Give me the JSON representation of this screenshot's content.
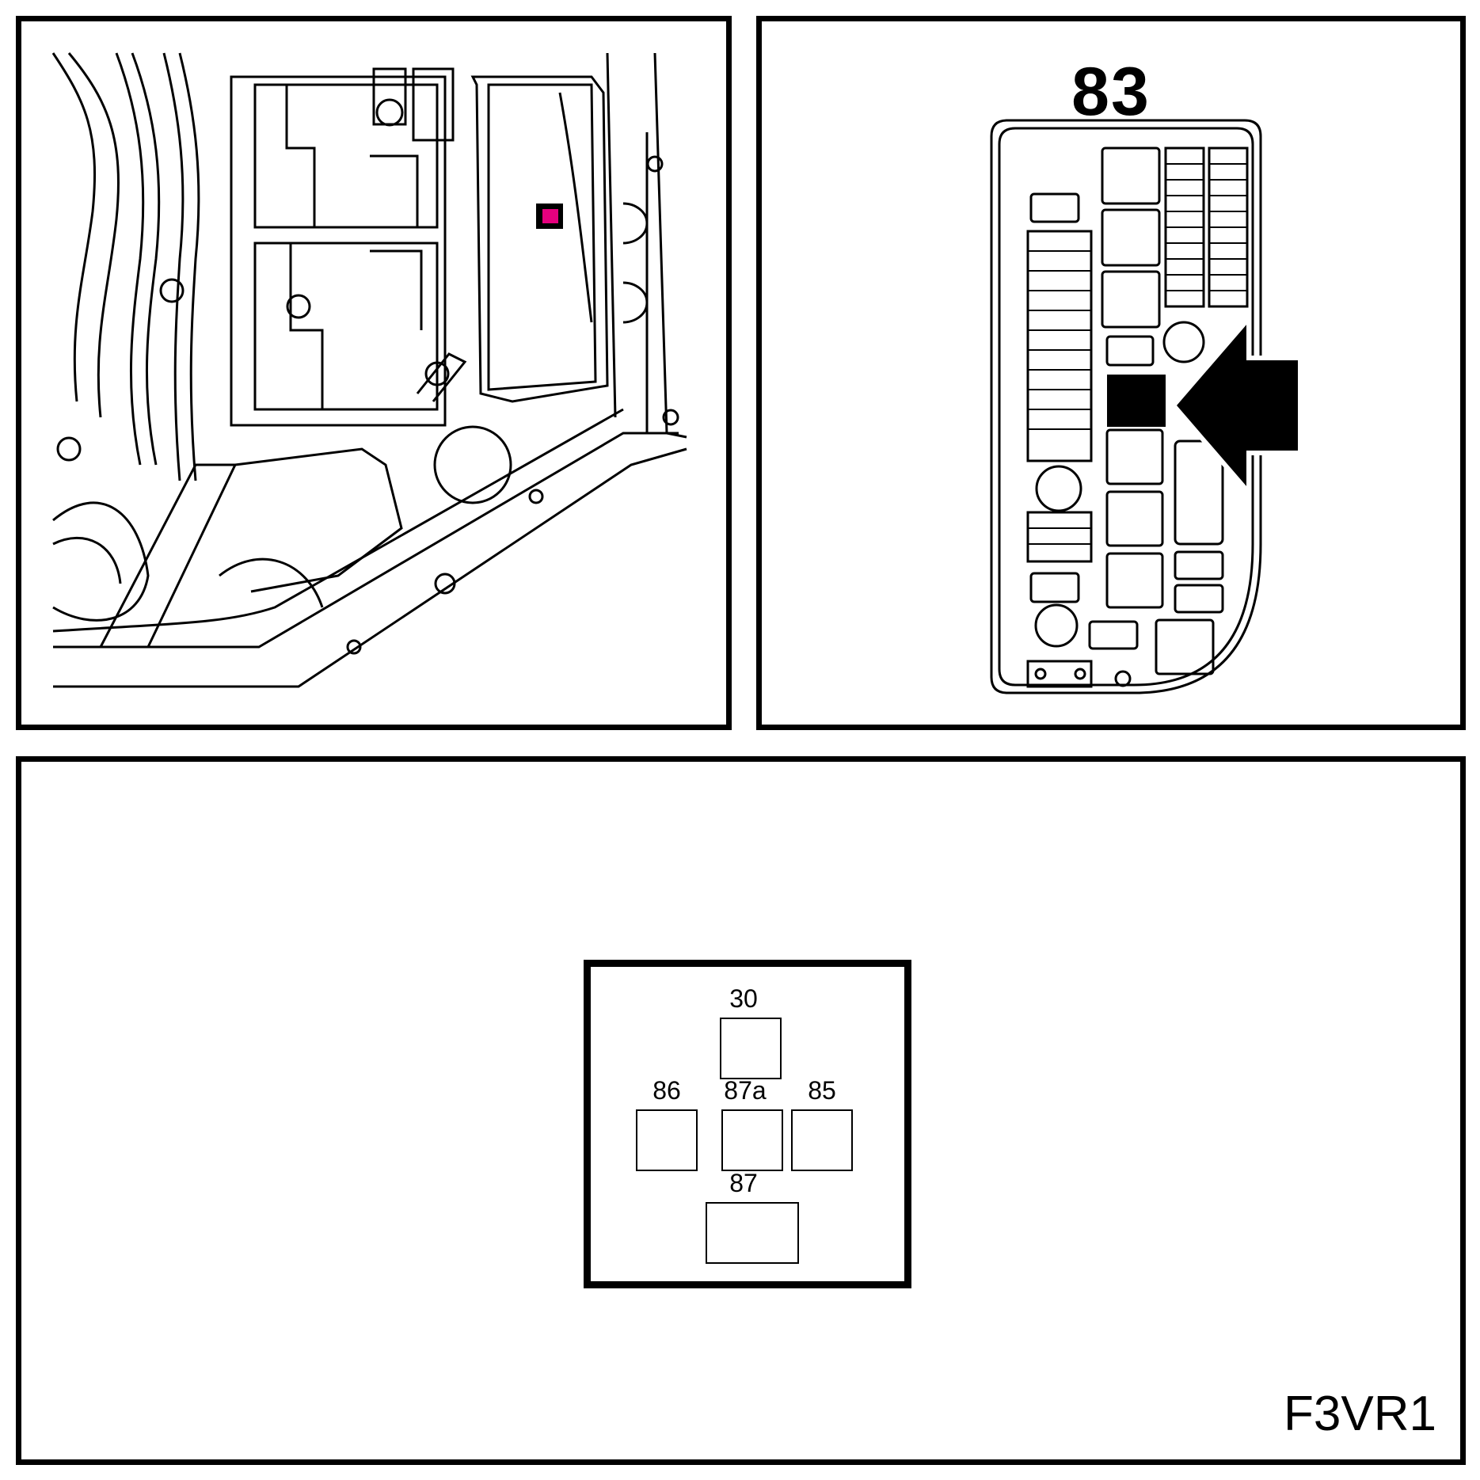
{
  "engine_bay": {
    "highlight_color": "#e6007e"
  },
  "fuse_box": {
    "block_number": "83",
    "highlight_color": "#000000",
    "arrow_icon": "arrow-left-icon"
  },
  "relay_pinout": {
    "terminals": [
      {
        "id": "30",
        "label": "30"
      },
      {
        "id": "86",
        "label": "86"
      },
      {
        "id": "87a",
        "label": "87a"
      },
      {
        "id": "85",
        "label": "85"
      },
      {
        "id": "87",
        "label": "87"
      }
    ],
    "diagram_code": "F3VR1"
  }
}
